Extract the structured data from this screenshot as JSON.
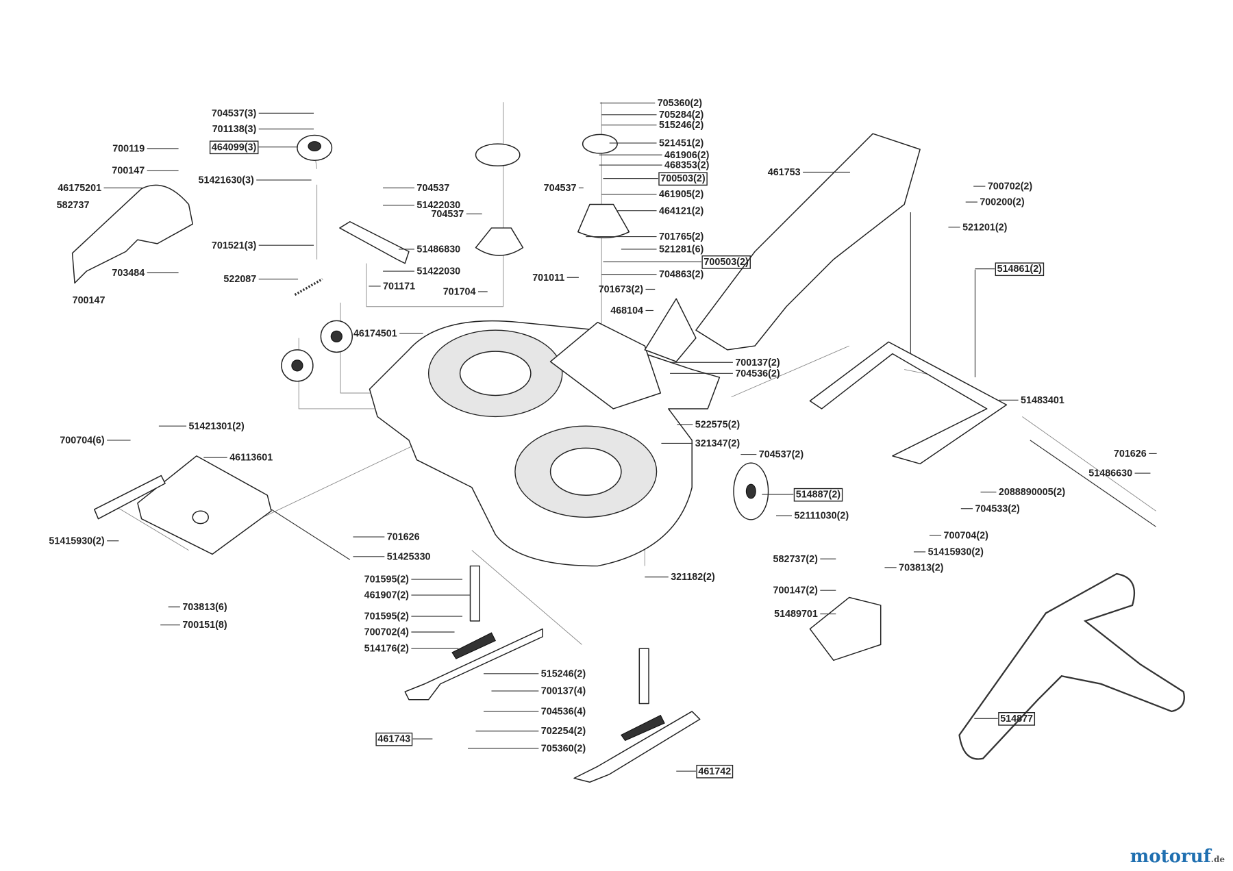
{
  "parts": [
    "704537(3)",
    "701138(3)",
    "464099(3)",
    "700119",
    "700147",
    "46175201",
    "582737",
    "51421630(3)",
    "701521(3)",
    "703484",
    "700147",
    "522087",
    "704537",
    "51422030",
    "704537",
    "51486830",
    "51422030",
    "701171",
    "701704",
    "46174501",
    "704537",
    "701011",
    "705360(2)",
    "705284(2)",
    "515246(2)",
    "521451(2)",
    "461906(2)",
    "468353(2)",
    "700503(2)",
    "461905(2)",
    "464121(2)",
    "701765(2)",
    "521281(6)",
    "700503(2)",
    "704863(2)",
    "701673(2)",
    "468104",
    "461753",
    "700702(2)",
    "700200(2)",
    "521201(2)",
    "514861(2)",
    "700137(2)",
    "704536(2)",
    "51483401",
    "522575(2)",
    "321347(2)",
    "704537(2)",
    "514887(2)",
    "52111030(2)",
    "701626",
    "51486630",
    "2088890005(2)",
    "704533(2)",
    "700704(2)",
    "51415930(2)",
    "703813(2)",
    "51421301(2)",
    "700704(6)",
    "46113601",
    "51415930(2)",
    "701626",
    "51425330",
    "703813(6)",
    "700151(8)",
    "701595(2)",
    "461907(2)",
    "701595(2)",
    "700702(4)",
    "514176(2)",
    "515246(2)",
    "700137(4)",
    "704536(4)",
    "702254(2)",
    "705360(2)",
    "461743",
    "461742",
    "321182(2)",
    "582737(2)",
    "700147(2)",
    "51489701",
    "514877"
  ],
  "boxed_parts": [
    2,
    28,
    33,
    41,
    48,
    75,
    76,
    81
  ],
  "logo": {
    "text": "motoruf",
    "suffix": ".de"
  }
}
